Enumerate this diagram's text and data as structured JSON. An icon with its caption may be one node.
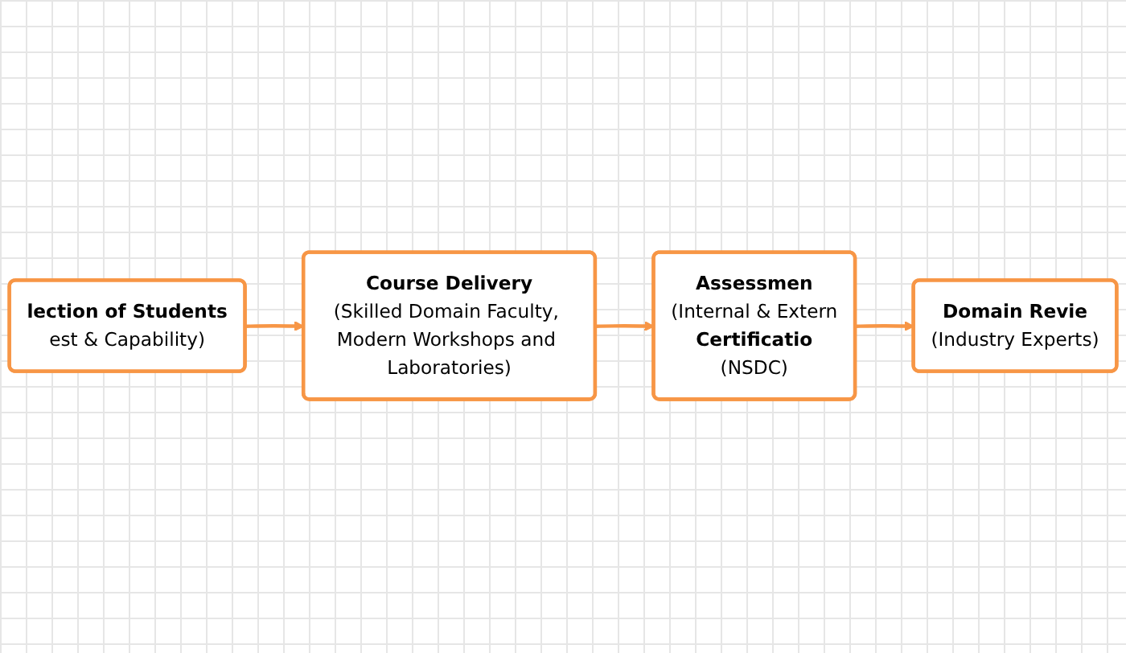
{
  "diagram": {
    "nodes": [
      {
        "text": [
          "lection of Students",
          "est & Capability)"
        ]
      },
      {
        "text": [
          "Course Delivery",
          "(Skilled Domain Faculty, Modern Workshops and Laboratories)"
        ]
      },
      {
        "text": [
          "Assessmen",
          "(Internal & Extern",
          "Certificatio",
          "(NSDC)"
        ]
      },
      {
        "text": [
          "Domain Revie",
          "(Industry Experts)"
        ]
      }
    ],
    "edges": [
      {
        "from": 0,
        "to": 1,
        "arrow": "to"
      },
      {
        "from": 1,
        "to": 2,
        "arrow": "to"
      },
      {
        "from": 2,
        "to": 3,
        "arrow": "to"
      }
    ]
  }
}
